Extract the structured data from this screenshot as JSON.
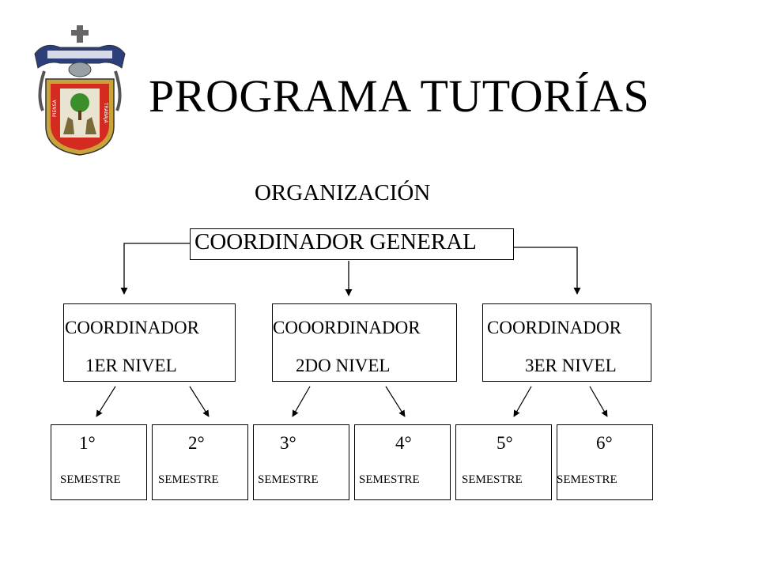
{
  "header": {
    "title": "PROGRAMA TUTORÍAS",
    "subtitle": "ORGANIZACIÓN"
  },
  "logo": {
    "icon": "university-coat-of-arms-icon",
    "motto_left": "PIENSA",
    "motto_right": "TRABAJA",
    "colors": {
      "shield_red": "#d42a20",
      "gold": "#c9a23a",
      "blue": "#2c3f7a",
      "green": "#3a8f2a"
    }
  },
  "diagram": {
    "general": {
      "label": "COORDINADOR GENERAL"
    },
    "levels": [
      {
        "line1": "COORDINADOR",
        "line2": "1ER NIVEL"
      },
      {
        "line1": "COOORDINADOR",
        "line2": "2DO NIVEL"
      },
      {
        "line1": "COORDINADOR",
        "line2": "3ER NIVEL"
      }
    ],
    "semesters": [
      {
        "number": "1°",
        "label": "SEMESTRE"
      },
      {
        "number": "2°",
        "label": "SEMESTRE"
      },
      {
        "number": "3°",
        "label": "SEMESTRE"
      },
      {
        "number": "4°",
        "label": "SEMESTRE"
      },
      {
        "number": "5°",
        "label": "SEMESTRE"
      },
      {
        "number": "6°",
        "label": "SEMESTRE"
      }
    ]
  }
}
